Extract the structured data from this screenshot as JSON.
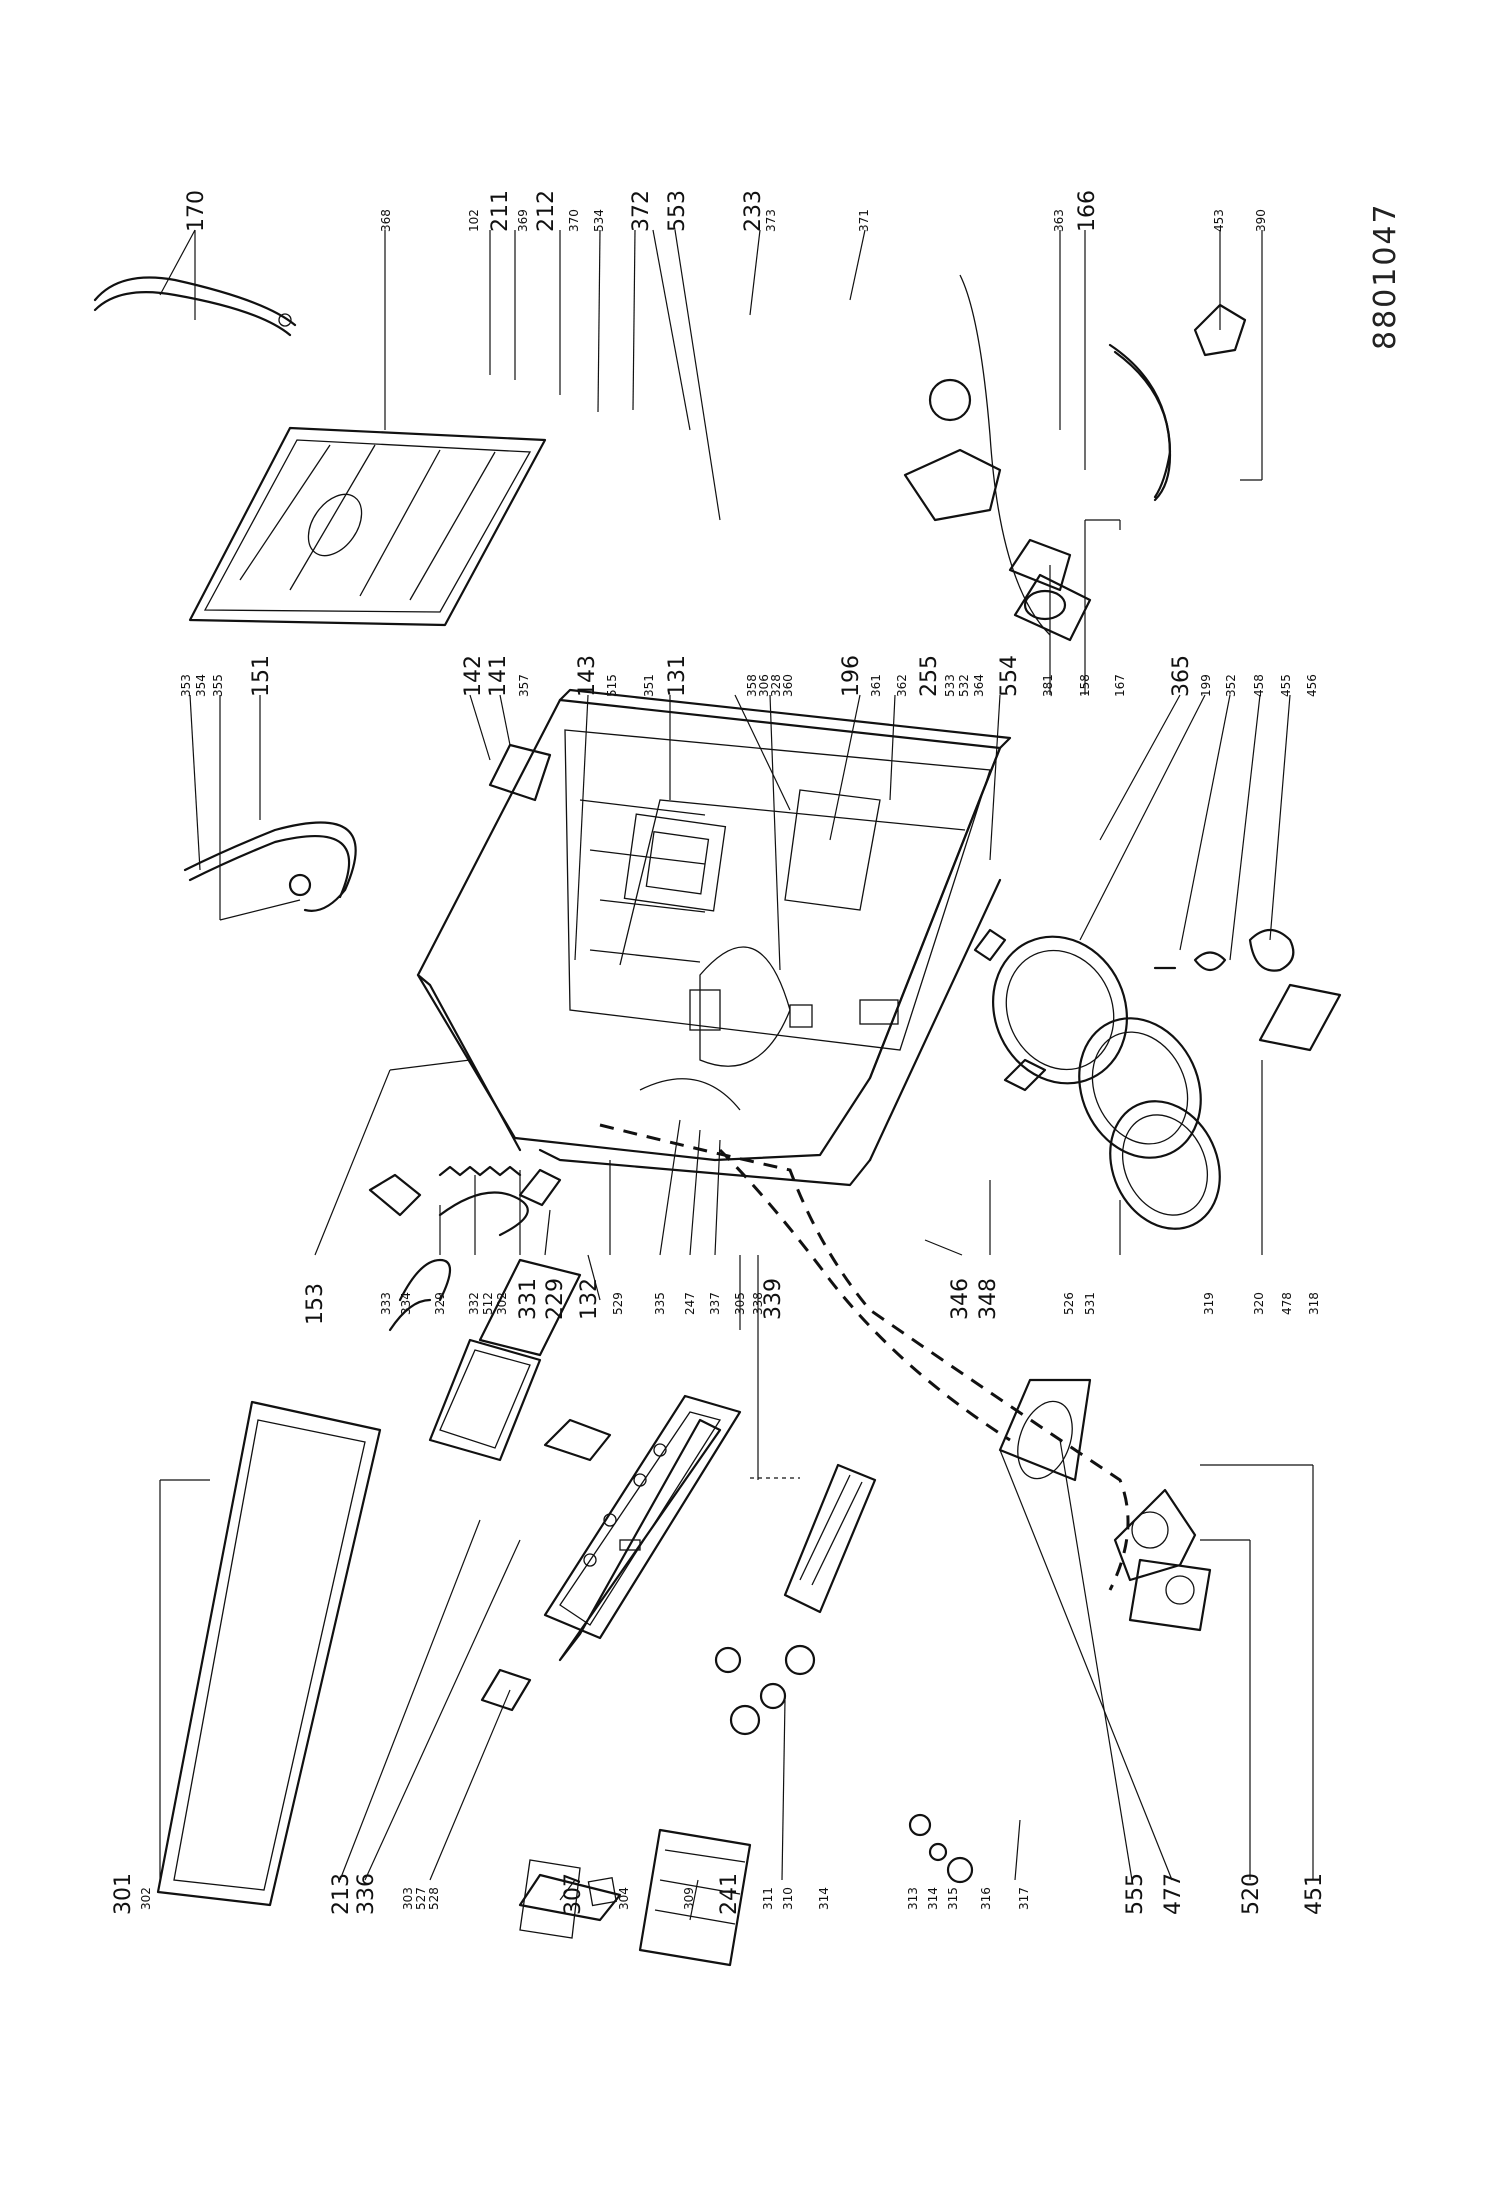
{
  "document_code": "8801047",
  "labels": {
    "l170": "170",
    "l368": "368",
    "l102": "102",
    "l211": "211",
    "l369": "369",
    "l212": "212",
    "l370": "370",
    "l534": "534",
    "l372": "372",
    "l553": "553",
    "l233": "233",
    "l373": "373",
    "l371": "371",
    "l363": "363",
    "l166": "166",
    "l453": "453",
    "l390": "390",
    "l353": "353",
    "l354": "354",
    "l355": "355",
    "l151": "151",
    "l142": "142",
    "l141": "141",
    "l357": "357",
    "l143": "143",
    "l515": "515",
    "l351": "351",
    "l131": "131",
    "l358": "358",
    "l306": "306",
    "l328": "328",
    "l360": "360",
    "l196": "196",
    "l361": "361",
    "l362": "362",
    "l255": "255",
    "l533": "533",
    "l532": "532",
    "l364": "364",
    "l554": "554",
    "l381": "381",
    "l158": "158",
    "l167": "167",
    "l365": "365",
    "l199": "199",
    "l352": "352",
    "l458": "458",
    "l455": "455",
    "l456": "456",
    "l153": "153",
    "l333": "333",
    "l334": "334",
    "l329": "329",
    "l332": "332",
    "l512": "512",
    "l302b": "302",
    "l331": "331",
    "l229": "229",
    "l132": "132",
    "l529": "529",
    "l335": "335",
    "l247": "247",
    "l337": "337",
    "l305": "305",
    "l338": "338",
    "l339": "339",
    "l346": "346",
    "l348": "348",
    "l526": "526",
    "l531": "531",
    "l319": "319",
    "l320": "320",
    "l478": "478",
    "l318": "318",
    "l301": "301",
    "l302": "302",
    "l213": "213",
    "l336": "336",
    "l303": "303",
    "l527": "527",
    "l528": "528",
    "l307": "307",
    "l304": "304",
    "l309": "309",
    "l241": "241",
    "l311": "311",
    "l310": "310",
    "l314": "314",
    "l313": "313",
    "l314b": "314",
    "l315": "315",
    "l316": "316",
    "l317": "317",
    "l555": "555",
    "l477": "477",
    "l520": "520",
    "l451": "451"
  }
}
